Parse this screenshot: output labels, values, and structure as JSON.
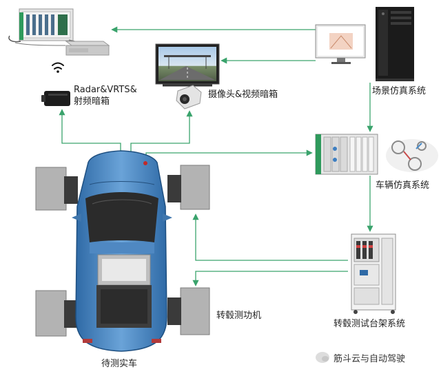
{
  "labels": {
    "radar_box": [
      "Radar&VRTS&",
      "射频暗箱"
    ],
    "camera_box": "摄像头&视频暗箱",
    "scene_sim": "场景仿真系统",
    "vehicle_sim": "车辆仿真系统",
    "dyno": "转毂测功机",
    "dyno_rack": "转毂测试台架系统",
    "car": "待测实车"
  },
  "watermark": "筋斗云与自动驾驶",
  "colors": {
    "arrow": "#3aa36c",
    "car_body": "#4f88c2",
    "roller": "#b3b3b3",
    "tire": "#3a3a3a"
  }
}
